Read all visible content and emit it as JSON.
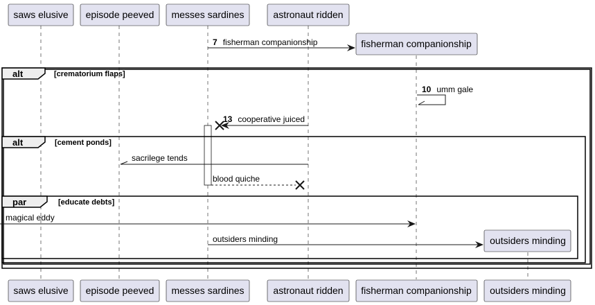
{
  "participants": {
    "saws": "saws elusive",
    "episode": "episode peeved",
    "messes": "messes sardines",
    "astronaut": "astronaut ridden",
    "fisherman": "fisherman companionship",
    "outsiders": "outsiders minding"
  },
  "messages": {
    "m7": {
      "num": "7",
      "text": "fisherman companionship"
    },
    "m10": {
      "num": "10",
      "text": "umm gale"
    },
    "m13": {
      "num": "13",
      "text": "cooperative juiced"
    },
    "sacrilege": "sacrilege tends",
    "blood": "blood quiche",
    "magical": "magical eddy",
    "outsiders": "outsiders minding"
  },
  "fragments": {
    "alt1": {
      "keyword": "alt",
      "condition": "[crematorium flaps]"
    },
    "alt2": {
      "keyword": "alt",
      "condition": "[cement ponds]"
    },
    "par": {
      "keyword": "par",
      "condition": "[educate debts]"
    }
  },
  "colors": {
    "participant_fill": "#E2E2F0",
    "line": "#181818",
    "fragment_tab": "#EEEEEE"
  }
}
